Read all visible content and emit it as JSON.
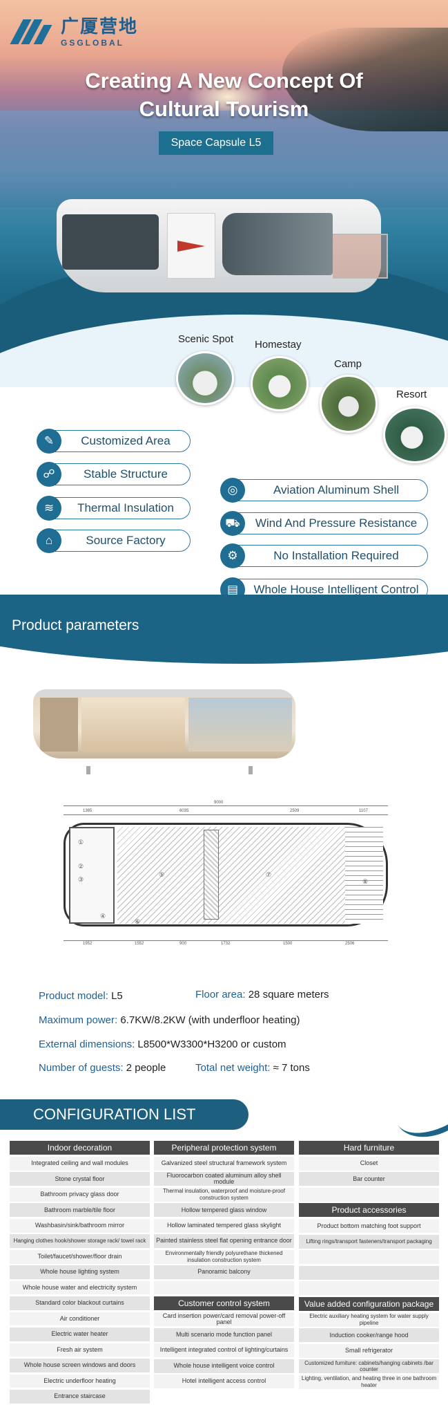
{
  "brand": {
    "cn": "广厦营地",
    "en": "GSGLOBAL"
  },
  "hero": {
    "title_line1": "Creating A New Concept Of",
    "title_line2": "Cultural Tourism",
    "subtitle": "Space Capsule L5"
  },
  "scenes": [
    {
      "label": "Scenic Spot"
    },
    {
      "label": "Homestay"
    },
    {
      "label": "Camp"
    },
    {
      "label": "Resort"
    }
  ],
  "features_left": [
    {
      "label": "Customized Area",
      "icon": "tools-icon"
    },
    {
      "label": "Stable Structure",
      "icon": "network-icon"
    },
    {
      "label": "Thermal Insulation",
      "icon": "layers-icon"
    },
    {
      "label": "Source Factory",
      "icon": "factory-icon"
    }
  ],
  "features_right": [
    {
      "label": "Aviation Aluminum Shell",
      "icon": "aluminum-icon"
    },
    {
      "label": "Wind And Pressure Resistance",
      "icon": "truck-icon"
    },
    {
      "label": "No Installation Required",
      "icon": "gear-icon"
    },
    {
      "label": "Whole House Intelligent Control",
      "icon": "clipboard-icon"
    }
  ],
  "product_parameters_title": "Product parameters",
  "params": {
    "model_k": "Product model:",
    "model_v": "L5",
    "floor_k": "Floor area:",
    "floor_v": "28 square meters",
    "power_k": "Maximum power:",
    "power_v": "6.7KW/8.2KW (with underfloor heating)",
    "dim_k": "External dimensions:",
    "dim_v": "L8500*W3300*H3200 or custom",
    "guests_k": "Number of guests:",
    "guests_v": "2 people",
    "weight_k": "Total net weight:",
    "weight_v": "≈ 7 tons"
  },
  "plan": {
    "dims_top": [
      "1365",
      "6035",
      "2509",
      "1107"
    ],
    "dim_total": "9000",
    "dims_bottom": [
      "1952",
      "1552",
      "900",
      "1732",
      "1500",
      "2506"
    ],
    "rooms": [
      "①",
      "②",
      "③",
      "④",
      "⑤",
      "⑥",
      "⑦",
      "⑧"
    ]
  },
  "config_title": "CONFIGURATION LIST",
  "config": {
    "indoor": {
      "header": "Indoor decoration",
      "items": [
        "Integrated ceiling and wall modules",
        "Stone crystal floor",
        "Bathroom privacy glass door",
        "Bathroom marble/tile floor",
        "Washbasin/sink/bathroom mirror",
        "Hanging clothes hook/shower storage rack/ towel rack",
        "Toilet/faucet/shower/floor drain",
        "Whole house lighting system",
        "Whole house water and electricity system",
        "Standard color blackout curtains",
        "Air conditioner",
        "Electric water heater",
        "Fresh air system",
        "Whole house screen windows and doors",
        "Electric underfloor heating",
        "Entrance staircase"
      ]
    },
    "peripheral": {
      "header": "Peripheral protection system",
      "items": [
        "Galvanized steel structural framework system",
        "Fluorocarbon coated aluminum alloy shell module",
        "Thermal insulation, waterproof and moisture-proof construction system",
        "Hollow tempered glass window",
        "Hollow laminated tempered glass skylight",
        "Painted stainless steel flat opening entrance door",
        "Environmentally friendly polyurethane thickened insulation construction system",
        "Panoramic balcony"
      ]
    },
    "customer": {
      "header": "Customer control system",
      "items": [
        "Card insertion power/card removal power-off panel",
        "Multi scenario mode function panel",
        "Intelligent integrated control of lighting/curtains",
        "Whole house intelligent voice control",
        "Hotel intelligent access control"
      ]
    },
    "hard": {
      "header": "Hard furniture",
      "items": [
        "Closet",
        "Bar counter"
      ]
    },
    "accessories": {
      "header": "Product accessories",
      "items": [
        "Product bottom matching foot support",
        "Lifting rings/transport fasteners/transport packaging"
      ]
    },
    "value": {
      "header": "Value added configuration package",
      "items": [
        "Electric auxiliary heating system for water supply pipeline",
        "Induction cooker/range hood",
        "Small refrigerator",
        "Customized furniture: cabinets/hanging cabinets /bar counter",
        "Lighting, ventilation, and heating three in one bathroom heater"
      ]
    }
  }
}
